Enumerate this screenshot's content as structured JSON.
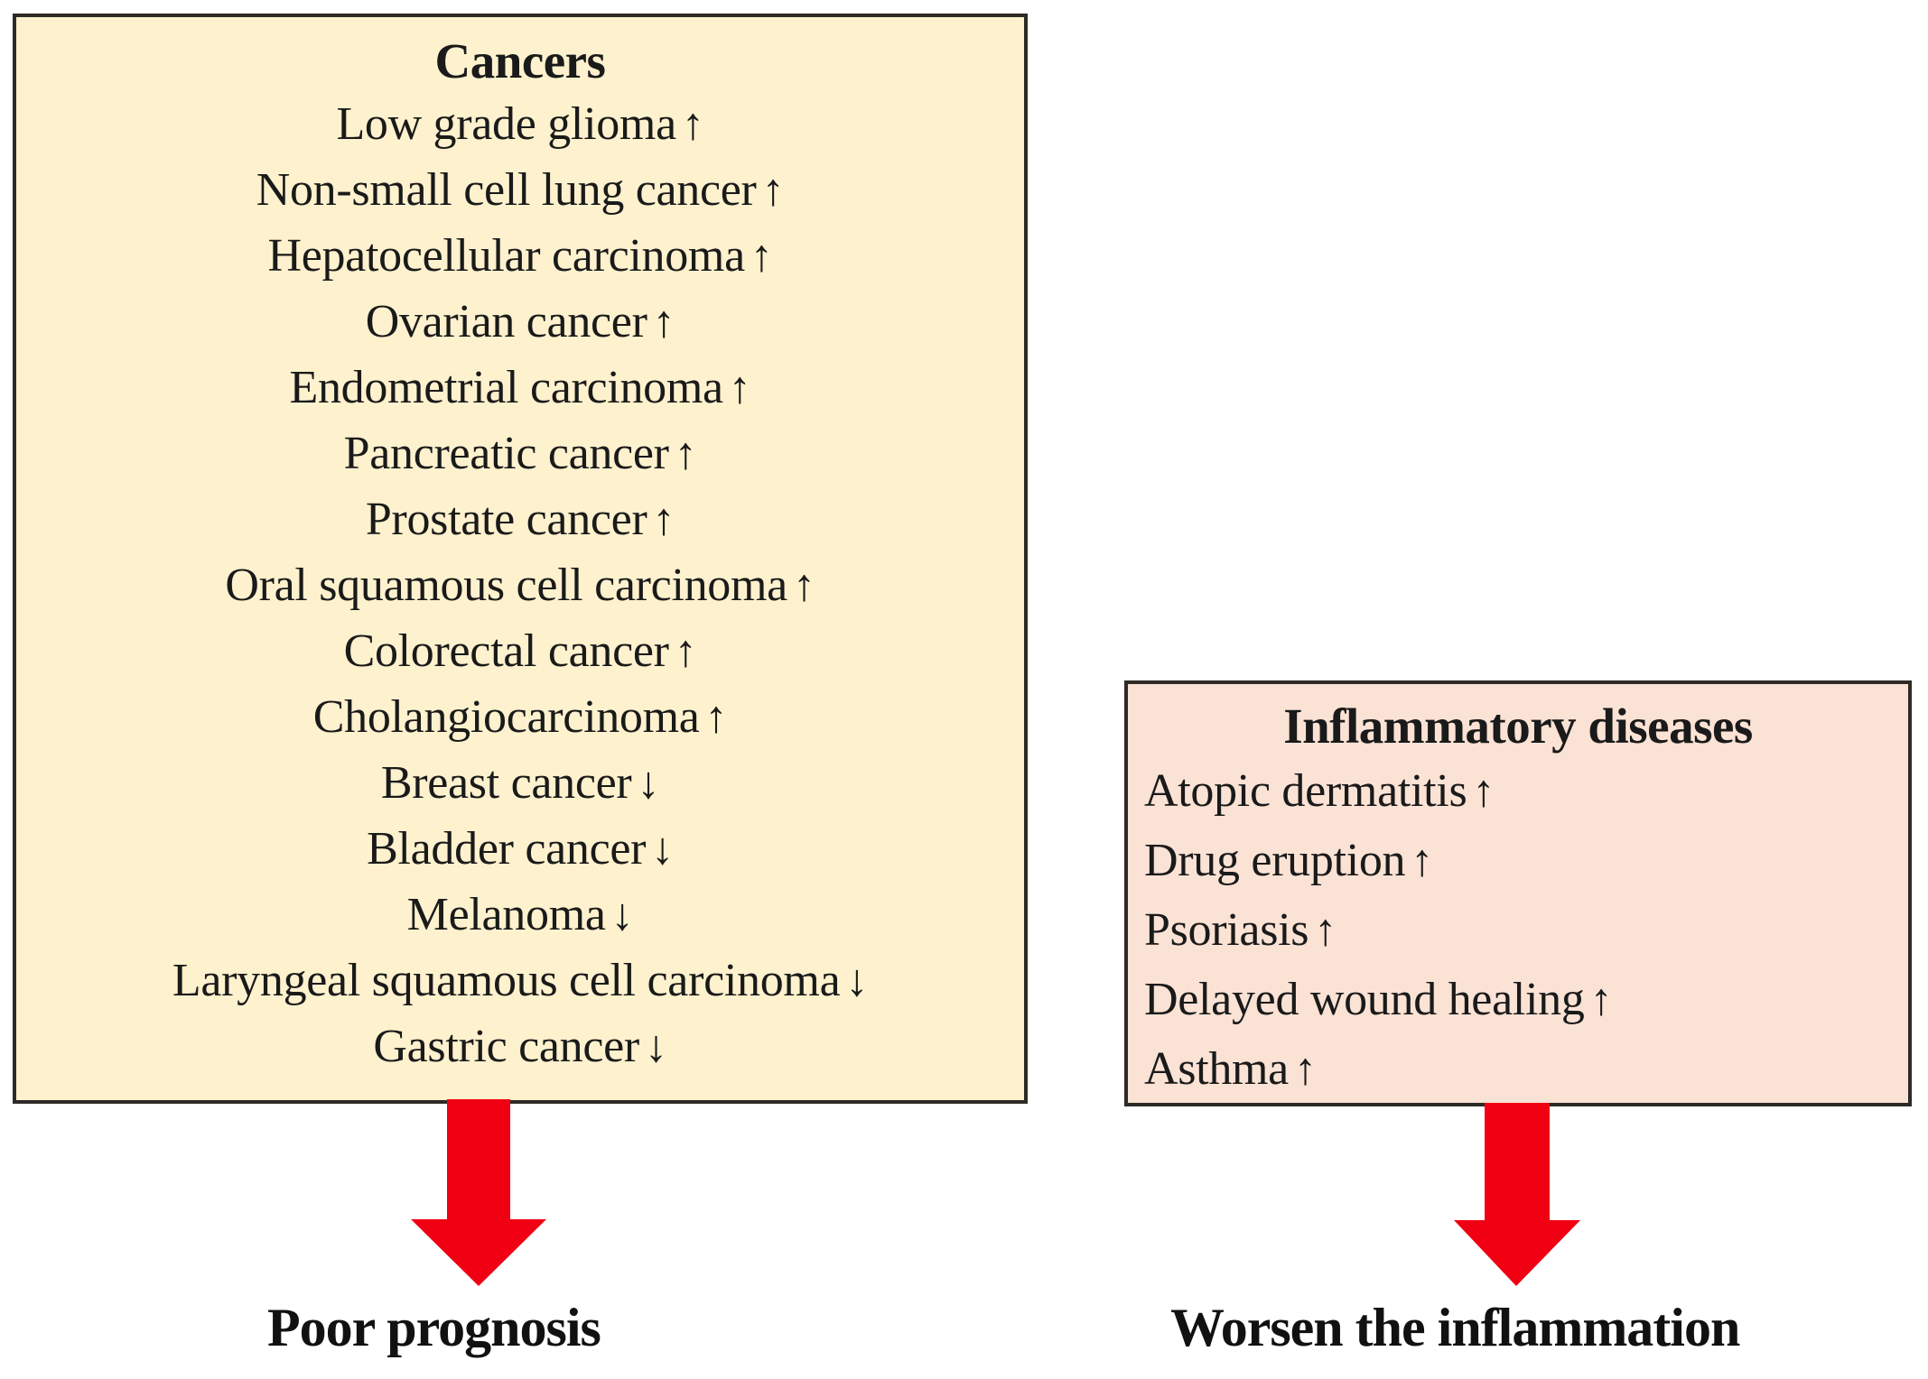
{
  "diagram": {
    "colors": {
      "cancers_panel_fill": "#FDF1CE",
      "inflammatory_panel_fill": "#FAE2D5",
      "panel_border": "#2E2A26",
      "arrow_red": "#F00012",
      "text": "#111111",
      "page_background": "#FFFFFF"
    },
    "arrow_icon_name": "down-arrow-icon",
    "up_symbol": "↑",
    "down_symbol": "↓"
  },
  "cancers_panel": {
    "title": "Cancers",
    "items": [
      {
        "label": "Low grade glioma",
        "trend": "↑"
      },
      {
        "label": "Non-small cell lung cancer",
        "trend": "↑"
      },
      {
        "label": "Hepatocellular carcinoma",
        "trend": "↑"
      },
      {
        "label": "Ovarian cancer",
        "trend": "↑"
      },
      {
        "label": "Endometrial carcinoma",
        "trend": "↑"
      },
      {
        "label": "Pancreatic cancer",
        "trend": "↑"
      },
      {
        "label": "Prostate cancer",
        "trend": "↑"
      },
      {
        "label": "Oral squamous cell carcinoma",
        "trend": "↑"
      },
      {
        "label": "Colorectal cancer",
        "trend": "↑"
      },
      {
        "label": "Cholangiocarcinoma",
        "trend": "↑"
      },
      {
        "label": "Breast cancer",
        "trend": "↓"
      },
      {
        "label": "Bladder cancer",
        "trend": "↓"
      },
      {
        "label": "Melanoma",
        "trend": "↓"
      },
      {
        "label": "Laryngeal squamous cell carcinoma",
        "trend": "↓"
      },
      {
        "label": "Gastric cancer",
        "trend": "↓"
      }
    ],
    "outcome": "Poor prognosis"
  },
  "inflammatory_panel": {
    "title": "Inflammatory diseases",
    "items": [
      {
        "label": "Atopic dermatitis",
        "trend": "↑"
      },
      {
        "label": "Drug eruption",
        "trend": "↑"
      },
      {
        "label": "Psoriasis",
        "trend": "↑"
      },
      {
        "label": "Delayed wound healing",
        "trend": "↑"
      },
      {
        "label": "Asthma",
        "trend": "↑"
      }
    ],
    "outcome": "Worsen the inflammation"
  }
}
